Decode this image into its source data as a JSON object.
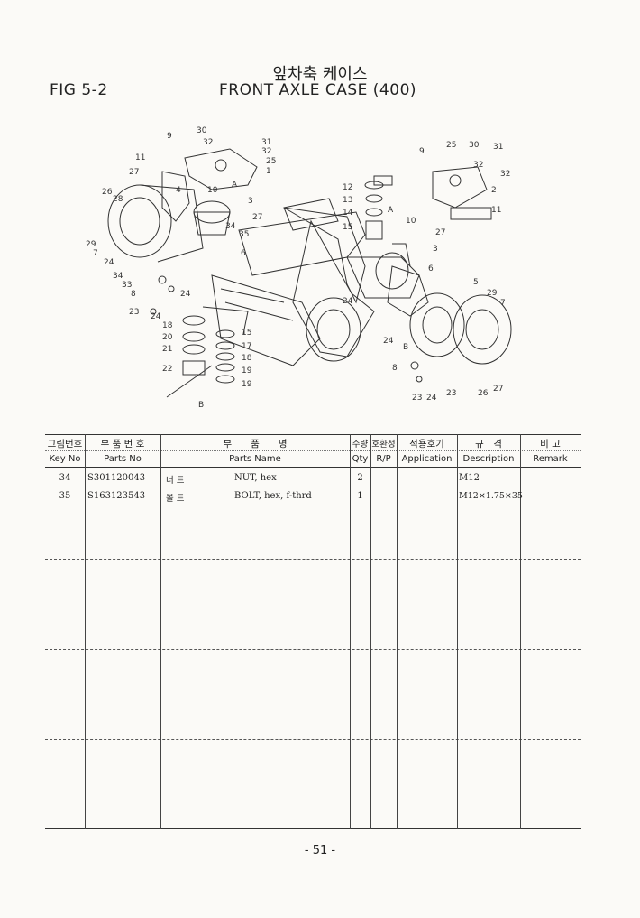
{
  "header": {
    "fig_label": "FIG 5-2",
    "title_ko": "앞차축 케이스",
    "title_en": "FRONT AXLE CASE (400)"
  },
  "diagram": {
    "callouts": [
      "9",
      "30",
      "32",
      "31",
      "32",
      "25",
      "1",
      "11",
      "27",
      "4",
      "10",
      "A",
      "26",
      "28",
      "3",
      "34",
      "27",
      "35",
      "29",
      "7",
      "6",
      "24",
      "34",
      "33",
      "8",
      "24",
      "23",
      "24",
      "18",
      "15",
      "20",
      "17",
      "21",
      "18",
      "22",
      "19",
      "19",
      "B",
      "9",
      "25",
      "30",
      "31",
      "32",
      "32",
      "2",
      "11",
      "12",
      "13",
      "A",
      "14",
      "15",
      "10",
      "27",
      "3",
      "6",
      "5",
      "29",
      "7",
      "24",
      "24",
      "B",
      "8",
      "23",
      "24",
      "23",
      "26",
      "27"
    ]
  },
  "table": {
    "headers_ko": [
      "그림번호",
      "부 품 번 호",
      "부　　품　　명",
      "수량",
      "호환성",
      "적용호기",
      "규　격",
      "비 고"
    ],
    "headers_en": [
      "Key No",
      "Parts No",
      "Parts Name",
      "Qty",
      "R/P",
      "Application",
      "Description",
      "Remark"
    ],
    "rows": [
      {
        "key": "34",
        "part_no": "S301120043",
        "name_ko": "너 트",
        "name_en": "NUT, hex",
        "qty": "2",
        "rp": "",
        "application": "",
        "description": "M12",
        "remark": ""
      },
      {
        "key": "35",
        "part_no": "S163123543",
        "name_ko": "볼 트",
        "name_en": "BOLT, hex, f-thrd",
        "qty": "1",
        "rp": "",
        "application": "",
        "description": "M12×1.75×35",
        "remark": ""
      }
    ]
  },
  "footer": {
    "page": "- 51 -"
  }
}
